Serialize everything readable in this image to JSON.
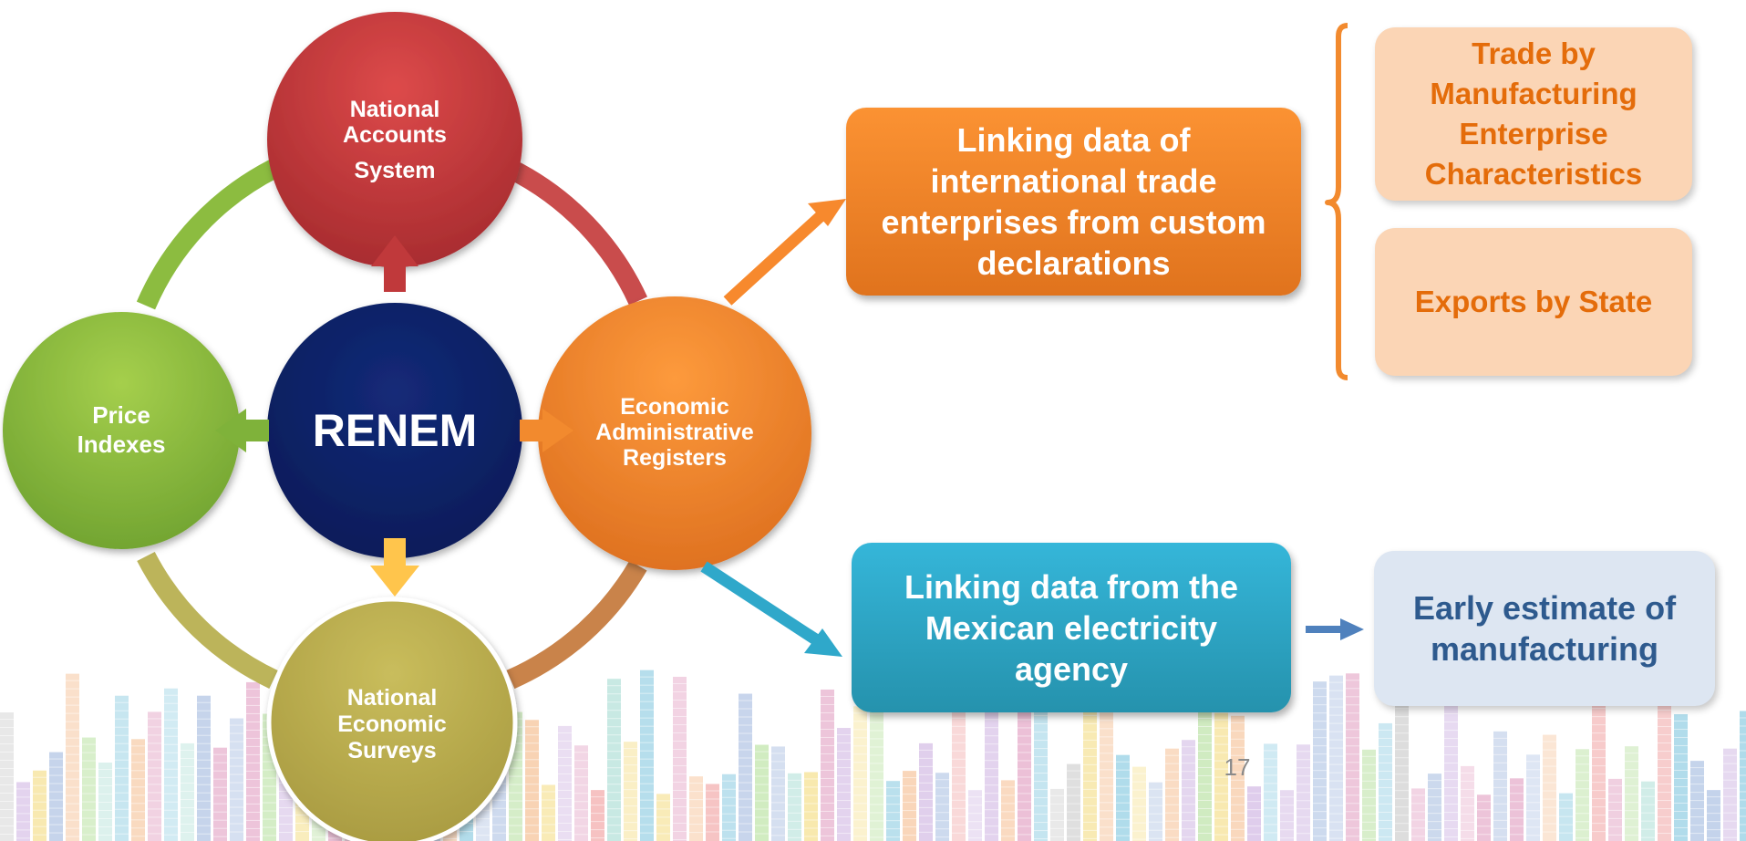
{
  "nodes": {
    "center": "RENEM",
    "top": [
      "National",
      "Accounts",
      "System"
    ],
    "left": [
      "Price",
      "Indexes"
    ],
    "right": [
      "Economic",
      "Administrative",
      "Registers"
    ],
    "bottom": [
      "National",
      "Economic",
      "Surveys"
    ]
  },
  "boxes": {
    "trade_linking": "Linking data of international trade enterprises from custom declarations",
    "electricity_linking": "Linking data from the Mexican electricity agency",
    "trade_by_characteristics": "Trade by Manufacturing Enterprise Characteristics",
    "exports_by_state": "Exports by State",
    "early_estimate": "Early estimate of manufacturing"
  },
  "page_number": "17",
  "colors": {
    "center": "#0f2060",
    "top": "#c83a3a",
    "left": "#8cbc40",
    "right": "#f28a2e",
    "bottom": "#b9ad51",
    "orange_box": "#f7892d",
    "blue_box": "#2fa8ca",
    "peach_box": "#fbd5b5",
    "peach_text": "#e46c0a",
    "light_box": "#dde6f2",
    "light_text": "#2e5a8e",
    "brace": "#f28a2e"
  }
}
